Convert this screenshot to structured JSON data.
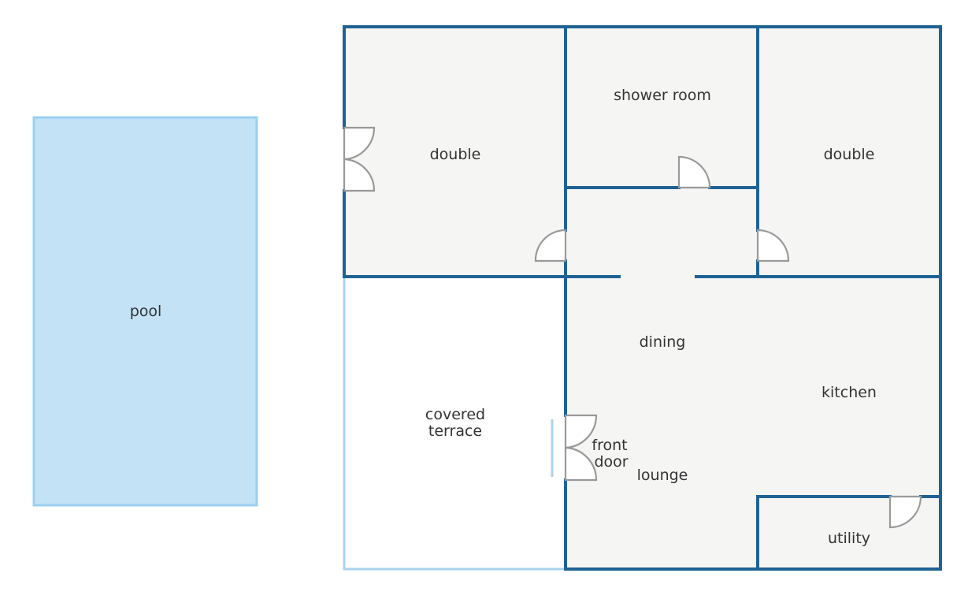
{
  "pool": {
    "label": "pool"
  },
  "rooms": {
    "double_left": "double",
    "shower_room": "shower room",
    "double_right": "double",
    "dining": "dining",
    "kitchen": "kitchen",
    "covered_terrace_line1": "covered",
    "covered_terrace_line2": "terrace",
    "front_door_line1": "front",
    "front_door_line2": "door",
    "lounge": "lounge",
    "utility": "utility"
  },
  "colors": {
    "wall": "#1f6294",
    "room_fill": "#f5f5f4",
    "pool_fill": "#c3e2f6",
    "pool_border": "#9bd0f0",
    "terrace_border": "#a9d4ee",
    "door": "#999999",
    "text": "#333333"
  }
}
